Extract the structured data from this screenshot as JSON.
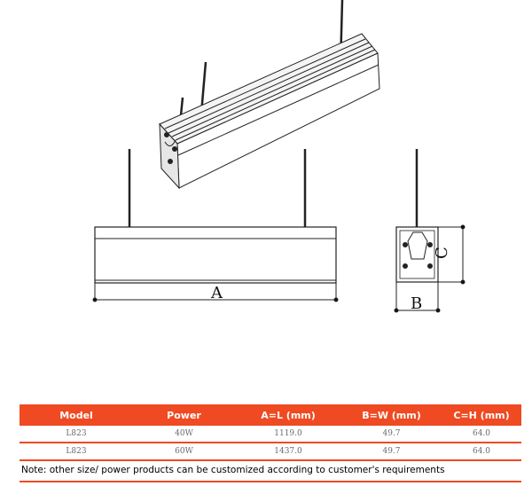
{
  "drawing": {
    "label_a": "A",
    "label_b": "B",
    "label_c": "C"
  },
  "table": {
    "headers": [
      "Model",
      "Power",
      "A=L (mm)",
      "B=W (mm)",
      "C=H (mm)"
    ],
    "rows": [
      [
        "L823",
        "40W",
        "1119.0",
        "49.7",
        "64.0"
      ],
      [
        "L823",
        "60W",
        "1437.0",
        "49.7",
        "64.0"
      ]
    ],
    "note": "Note: other size/ power products can be customized according to customer's requirements"
  },
  "colors": {
    "accent": "#ef4a22"
  }
}
